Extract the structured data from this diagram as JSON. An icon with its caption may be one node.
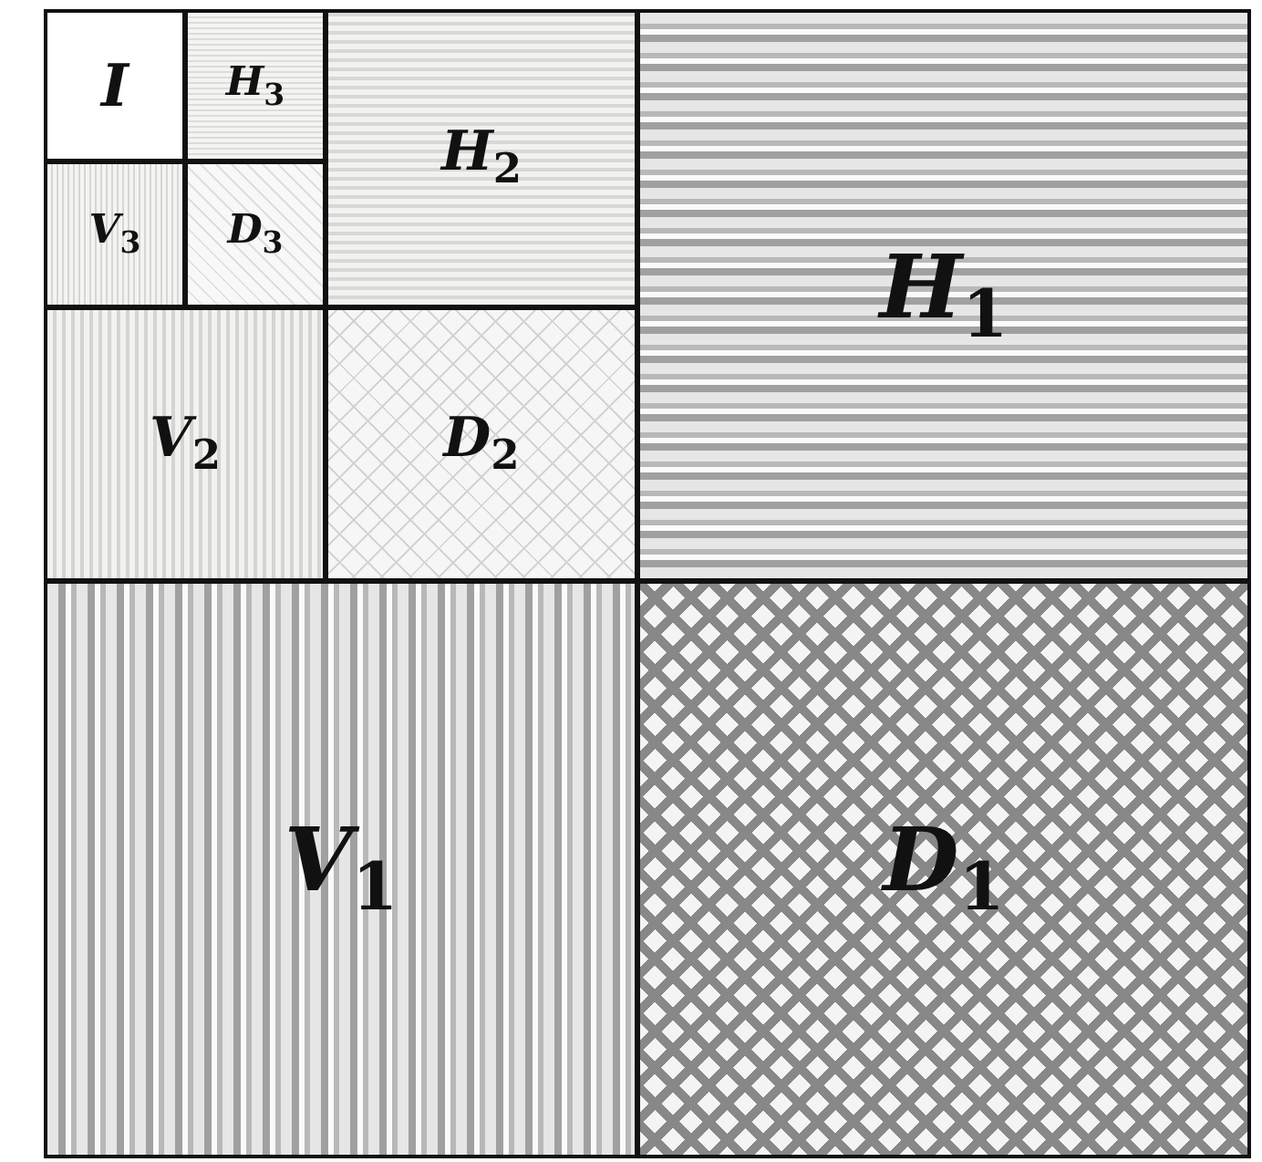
{
  "diagram": {
    "nodes": [
      {
        "text": [
          "*I*"
        ]
      },
      {
        "text": [
          "*H*$_{3}$"
        ]
      },
      {
        "text": [
          "*V*$_{3}$"
        ]
      },
      {
        "text": [
          "*D*$_{3}$"
        ]
      },
      {
        "text": [
          "*H*$_{2}$"
        ]
      },
      {
        "text": [
          "*V*$_{2}$"
        ]
      },
      {
        "text": [
          "*D*$_{2}$"
        ]
      },
      {
        "text": [
          "*H*$_{1}$"
        ]
      },
      {
        "text": [
          "*V*$_{1}$"
        ]
      },
      {
        "text": [
          "*D*$_{1}$"
        ]
      }
    ]
  }
}
